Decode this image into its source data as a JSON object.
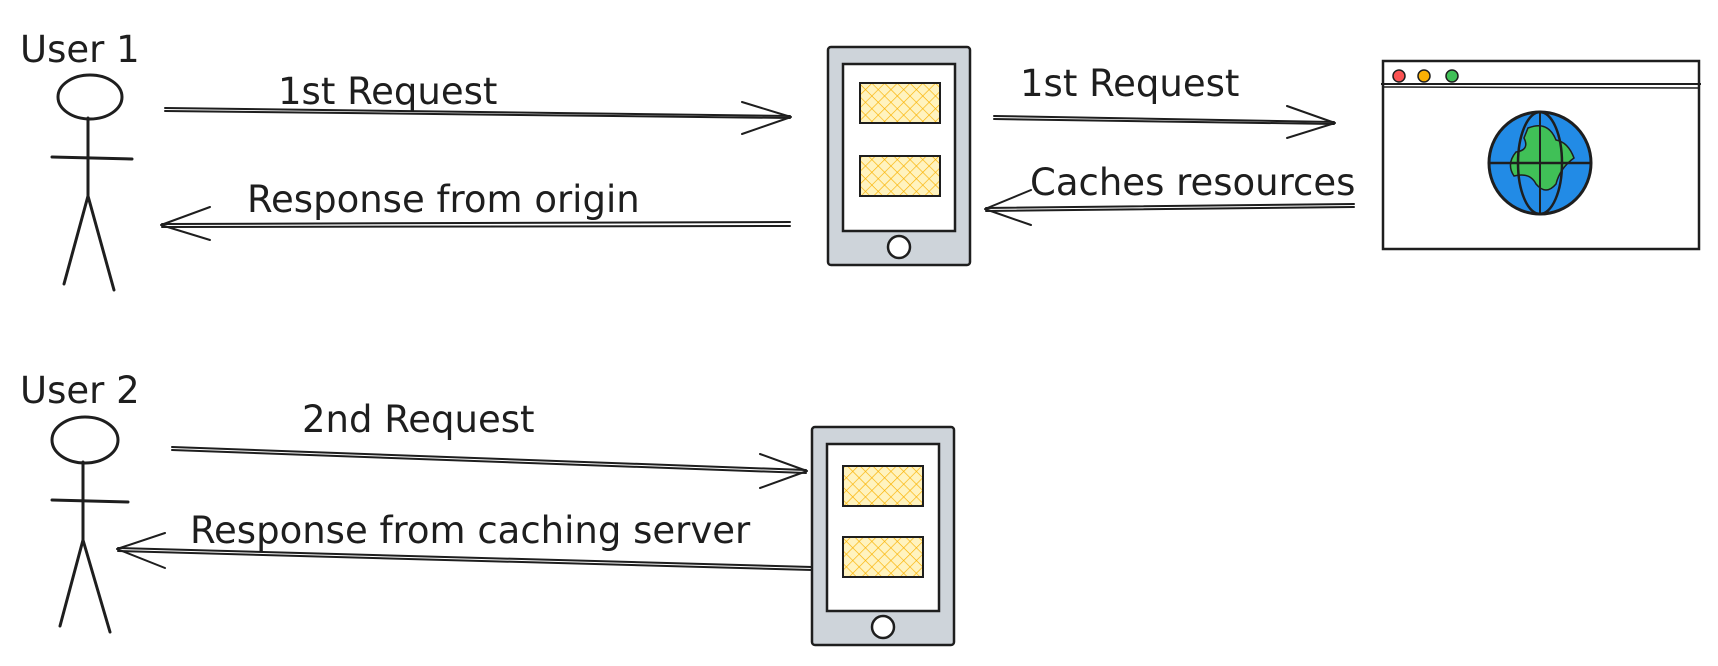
{
  "diagram": {
    "user1_label": "User 1",
    "user2_label": "User 2",
    "flow1": {
      "user_request": "1st Request",
      "origin_response": "Response from origin",
      "server_request": "1st Request",
      "cache_note": "Caches resources"
    },
    "flow2": {
      "user_request": "2nd Request",
      "cache_response": "Response from caching server"
    }
  },
  "colors": {
    "ink": "#1e1e1e",
    "device_body": "#ced4da",
    "panel_hatch": "#f9b200",
    "panel_bg": "#fff3bf",
    "globe_ocean": "#228be6",
    "globe_land": "#40c057",
    "dot_red": "#fa5252",
    "dot_orange": "#fab005",
    "dot_green": "#40c057"
  },
  "icons": {
    "user": "stick-figure-icon",
    "cache_device": "caching-server-icon",
    "origin": "browser-window-globe-icon"
  }
}
